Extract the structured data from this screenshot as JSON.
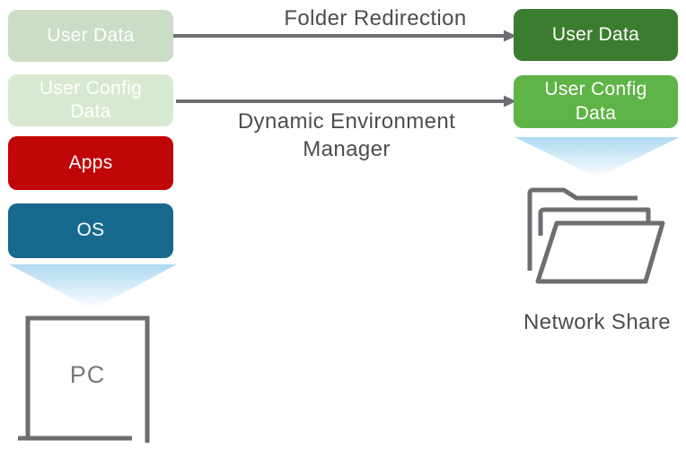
{
  "diagram": {
    "left_stack": {
      "user_data": {
        "label": "User Data"
      },
      "user_config": {
        "label": "User Config Data"
      },
      "apps": {
        "label": "Apps"
      },
      "os": {
        "label": "OS"
      }
    },
    "arrows": {
      "folder_redirection": {
        "label": "Folder Redirection"
      },
      "dynamic_environment_manager": {
        "label": "Dynamic Environment Manager"
      }
    },
    "right_stack": {
      "user_data": {
        "label": "User Data"
      },
      "user_config": {
        "label": "User Config Data"
      }
    },
    "pc_label": "PC",
    "network_share_label": "Network Share"
  },
  "icons": {
    "left_flow": "down-triangle-icon",
    "right_flow": "down-triangle-icon",
    "pc": "pc-square-outline-icon",
    "network_share": "open-folder-stack-icon"
  },
  "colors": {
    "left_user_data_bg": "#cbddc6",
    "left_user_config_bg": "#d8e9d1",
    "apps_bg": "#c00606",
    "os_bg": "#17698e",
    "right_user_data_bg": "#3b7d2e",
    "right_user_config_bg": "#5fb447",
    "box_text": "#ffffff",
    "arrow_gray": "#6d6e71",
    "label_text": "#4d4d4f",
    "pc_text": "#77787b",
    "triangle_top": "#aedaf1",
    "triangle_bottom": "#fdfeff"
  }
}
